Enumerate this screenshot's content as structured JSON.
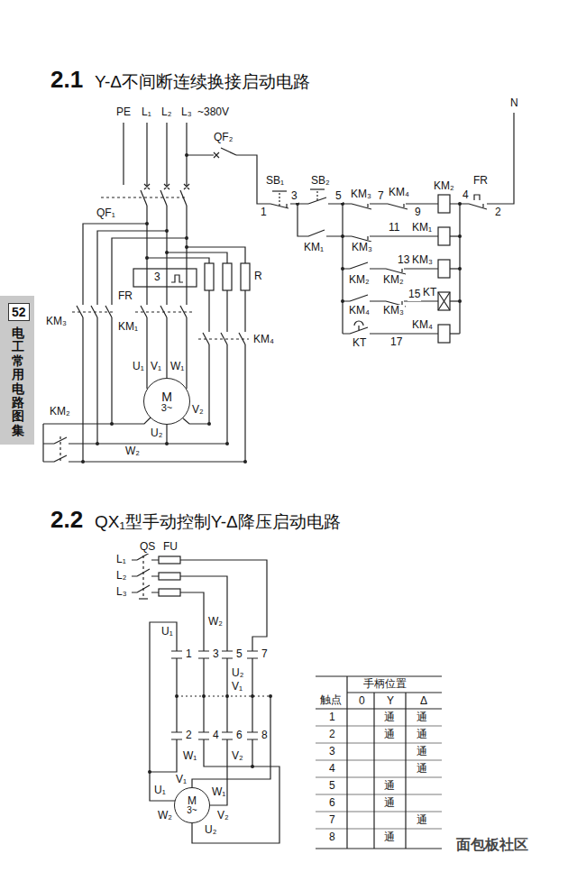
{
  "diagram": {
    "nodes": [
      {
        "text": [
          "M",
          "3~"
        ]
      },
      {
        "text": [
          "M",
          "3~"
        ]
      }
    ],
    "labels": [
      "2.1",
      "Y-Δ不间断连续换接启动电路",
      "PE",
      "L₁",
      "L₂",
      "L₃",
      "~380V",
      "N",
      "QF₂",
      "SB₁",
      "SB₂",
      "1",
      "3",
      "5",
      "KM₃",
      "7",
      "KM₄",
      "KM₂",
      "9",
      "FR",
      "4",
      "2",
      "KM₁",
      "KM₃",
      "11",
      "KM₁",
      "KM₂",
      "KM₂",
      "13",
      "KM₃",
      "KM₄",
      "KM₃",
      "15",
      "KT",
      "KT",
      "17",
      "KM₄",
      "QF₁",
      "3",
      "FR",
      "R",
      "KM₃",
      "KM₁",
      "KM₄",
      "U₁",
      "V₁",
      "W₁",
      "V₂",
      "U₂",
      "KM₂",
      "W₂",
      "52",
      "电工常用电路图集",
      "2.2",
      "QX₁型手动控制Y-Δ降压启动电路",
      "QS",
      "FU",
      "L₁",
      "L₂",
      "L₃",
      "U₁",
      "W₂",
      "1",
      "3",
      "5",
      "7",
      "U₂",
      "V₁",
      "2",
      "4",
      "6",
      "8",
      "W₁",
      "V₂",
      "V₁",
      "U₁",
      "W₁",
      "W₂",
      "U₂",
      "V₂",
      "手柄位置",
      "触点",
      "0",
      "Y",
      "Δ",
      "1",
      "通",
      "通",
      "2",
      "通",
      "通",
      "3",
      "通",
      "4",
      "通",
      "5",
      "通",
      "6",
      "通",
      "7",
      "通",
      "8",
      "通",
      "面包板社区"
    ]
  }
}
